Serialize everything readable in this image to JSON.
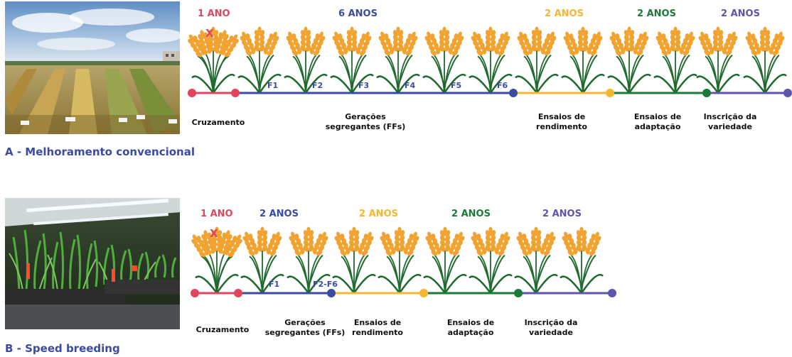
{
  "colors": {
    "red": "#e2445c",
    "blue": "#3a4ba3",
    "yellow": "#f5b731",
    "green": "#1c7a37",
    "purple": "#5f54ad",
    "label_blue": "#3a4ba3",
    "wheat": "#f2a22f",
    "stem": "#1f6b2d"
  },
  "icons": {
    "cross": "x-mark",
    "plant": "wheat-plant-icon",
    "photo_a": "wheat-field-photo",
    "photo_b": "greenhouse-seedlings-photo"
  },
  "section_a": {
    "label": "A - Melhoramento convencional",
    "years": [
      "1 ANO",
      "6 ANOS",
      "2 ANOS",
      "2 ANOS",
      "2 ANOS"
    ],
    "cross_mark": "X",
    "generations": [
      "F1",
      "F2",
      "F3",
      "F4",
      "F5",
      "F6"
    ],
    "stages": [
      {
        "line1": "Cruzamento",
        "line2": ""
      },
      {
        "line1": "Gerações",
        "line2": "segregantes (FFs)"
      },
      {
        "line1": "Ensaios de",
        "line2": "rendimento"
      },
      {
        "line1": "Ensaios de",
        "line2": "adaptação"
      },
      {
        "line1": "Inscrição da",
        "line2": "variedade"
      }
    ]
  },
  "section_b": {
    "label": "B - Speed breeding",
    "years": [
      "1 ANO",
      "2 ANOS",
      "2 ANOS",
      "2 ANOS",
      "2 ANOS"
    ],
    "cross_mark": "X",
    "generations": [
      "F1",
      "F2-F6"
    ],
    "stages": [
      {
        "line1": "Cruzamento",
        "line2": ""
      },
      {
        "line1": "Gerações",
        "line2": "segregantes (FFs)"
      },
      {
        "line1": "Ensaios de",
        "line2": "rendimento"
      },
      {
        "line1": "Ensaios de",
        "line2": "adaptação"
      },
      {
        "line1": "Inscrição da",
        "line2": "variedade"
      }
    ]
  }
}
